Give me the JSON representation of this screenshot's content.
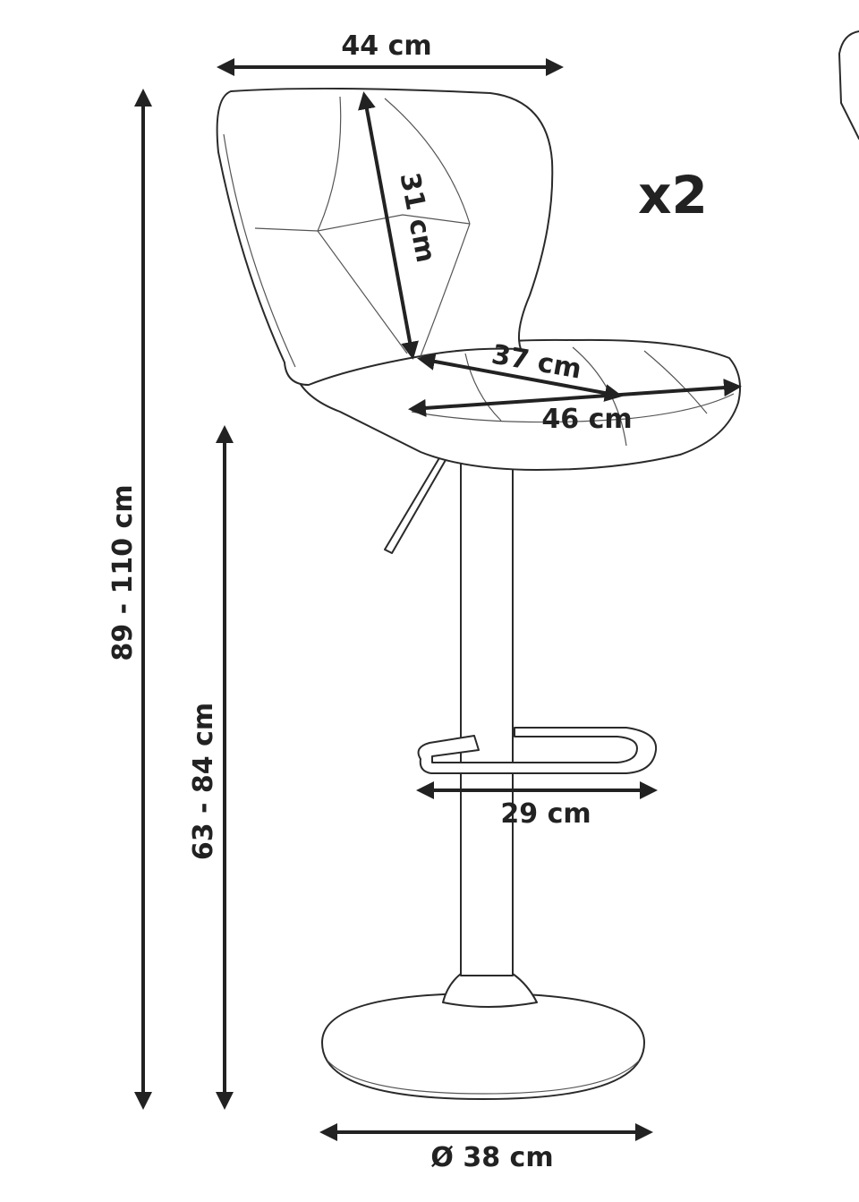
{
  "labels": {
    "back_width": "44 cm",
    "back_height": "31 cm",
    "seat_depth": "37 cm",
    "seat_width": "46 cm",
    "quantity": "x2",
    "total_height": "89 - 110 cm",
    "seat_height": "63 - 84 cm",
    "footrest_width": "29 cm",
    "base_diameter": "Ø 38 cm"
  },
  "colors": {
    "line": "#222222",
    "background": "#ffffff"
  }
}
